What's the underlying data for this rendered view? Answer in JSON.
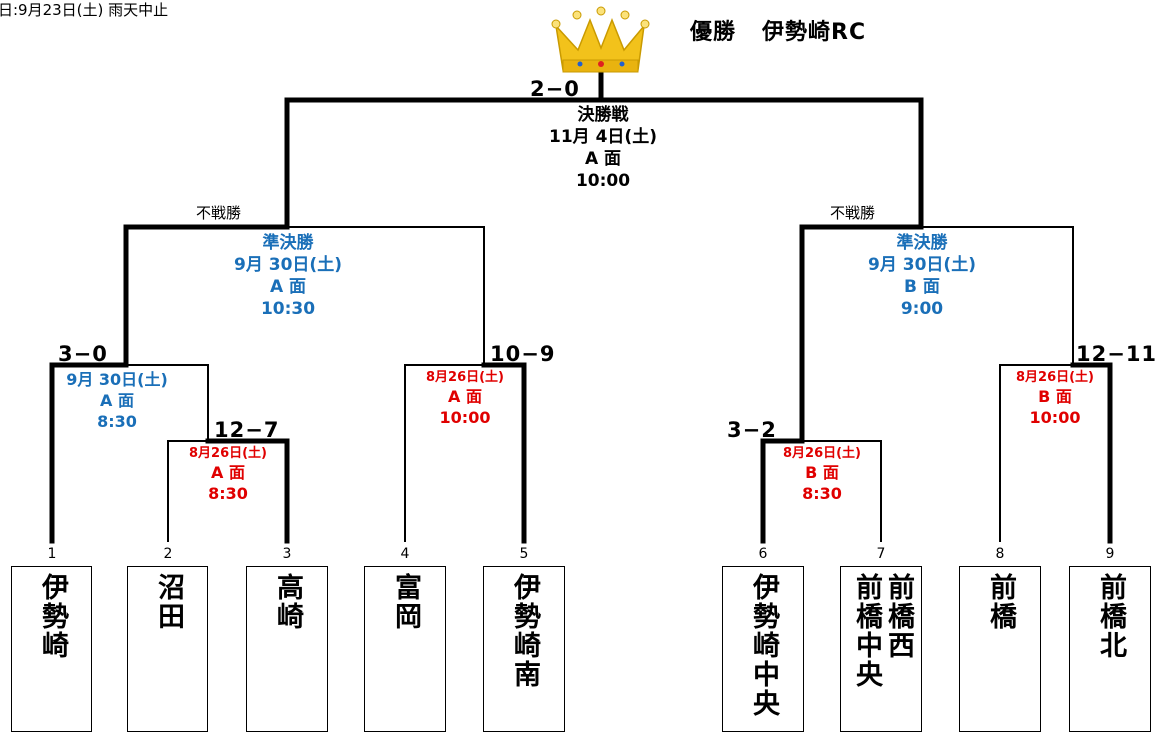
{
  "header_note": "日:9月23日(土) 雨天中止",
  "champion": {
    "label": "優勝",
    "team": "伊勢崎RC",
    "icon": "crown-icon"
  },
  "final": {
    "score": "2−0",
    "name": "決勝戦",
    "date": "11月 4日(土)",
    "court": "A 面",
    "time": "10:00"
  },
  "walkover_left": "不戦勝",
  "walkover_right": "不戦勝",
  "semi_left": {
    "name": "準決勝",
    "date": "9月 30日(土)",
    "court": "A 面",
    "time": "10:30"
  },
  "semi_right": {
    "name": "準決勝",
    "date": "9月 30日(土)",
    "court": "B 面",
    "time": "9:00"
  },
  "qf1": {
    "score": "3−0",
    "date": "9月 30日(土)",
    "court": "A 面",
    "time": "8:30"
  },
  "r1_2v3": {
    "score": "12−7",
    "date": "8月26日(土)",
    "court": "A 面",
    "time": "8:30"
  },
  "r1_4v5": {
    "score": "10−9",
    "date": "8月26日(土)",
    "court": "A 面",
    "time": "10:00"
  },
  "r1_6v7": {
    "score": "3−2",
    "date": "8月26日(土)",
    "court": "B 面",
    "time": "8:30"
  },
  "r1_8v9": {
    "score": "12−11",
    "date": "8月26日(土)",
    "court": "B 面",
    "time": "10:00"
  },
  "teams": [
    {
      "seed": "1",
      "name": "伊勢崎",
      "col1": "伊勢崎",
      "col2": ""
    },
    {
      "seed": "2",
      "name": "沼田",
      "col1": "沼田",
      "col2": ""
    },
    {
      "seed": "3",
      "name": "高崎",
      "col1": "高崎",
      "col2": ""
    },
    {
      "seed": "4",
      "name": "富岡",
      "col1": "富岡",
      "col2": ""
    },
    {
      "seed": "5",
      "name": "伊勢崎南",
      "col1": "伊勢崎南",
      "col2": ""
    },
    {
      "seed": "6",
      "name": "伊勢崎中央",
      "col1": "伊勢崎中央",
      "col2": ""
    },
    {
      "seed": "7",
      "name": "前橋中央 前橋西",
      "col1": "前橋西",
      "col2": "前橋中央"
    },
    {
      "seed": "8",
      "name": "前橋",
      "col1": "前橋",
      "col2": ""
    },
    {
      "seed": "9",
      "name": "前橋北",
      "col1": "前橋北",
      "col2": ""
    }
  ],
  "colors": {
    "semi_and_qf": "#1a6fb8",
    "first_round": "#e00000",
    "crown_gold": "#f2c21b",
    "lines": "#000000"
  }
}
